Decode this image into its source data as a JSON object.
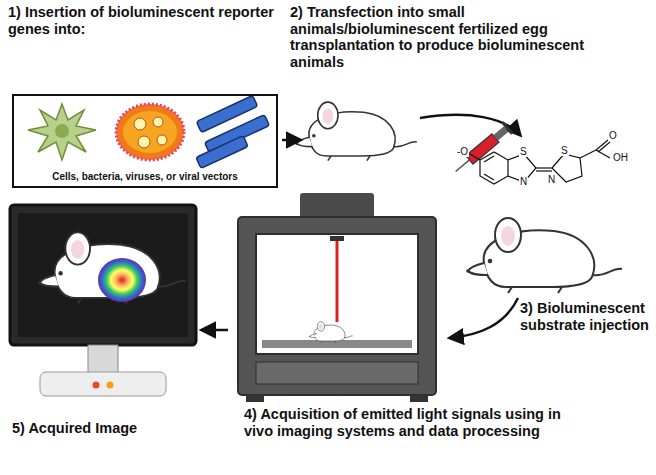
{
  "diagram": {
    "nodes": [
      {
        "text": [
          "Cells, bacteria, viruses, or viral vectors"
        ]
      }
    ],
    "labels": [
      "1) Insertion of bioluminescent reporter genes into:",
      "2) Transfection into small animals/bioluminescent fertilized egg transplantation to produce bioluminescent animals",
      "3) Bioluminescent substrate injection",
      "4) Acquisition of emitted light signals using in vivo imaging systems and data processing",
      "5) Acquired Image",
      "-O",
      "S",
      "N",
      "N",
      "S",
      "OH",
      "O"
    ]
  }
}
